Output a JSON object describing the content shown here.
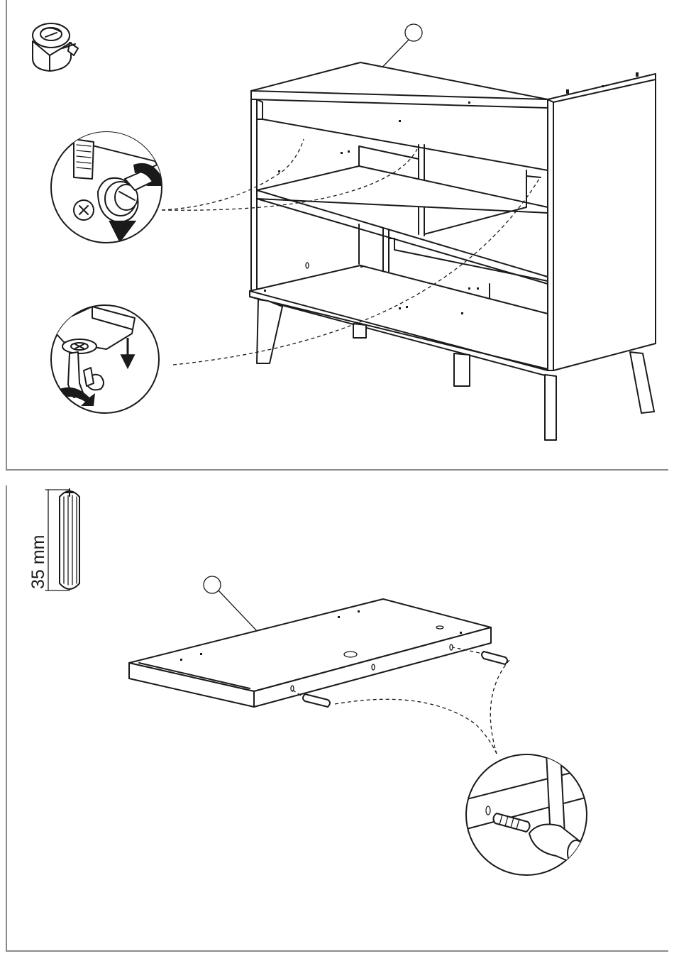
{
  "diagram": {
    "steps": [
      {
        "name": "cam-lock-tightening-step",
        "part_callouts": [
          {
            "label": ""
          }
        ],
        "hardware_icon": "cam-lock-fitting-icon",
        "detail_views": [
          "cam-lock-turn-detail",
          "screwdriver-tighten-detail"
        ]
      },
      {
        "name": "dowel-insertion-step",
        "part_callouts": [
          {
            "label": ""
          }
        ],
        "hardware_icon": "wooden-dowel-icon",
        "dimension_text": "35 mm",
        "detail_views": [
          "hammer-dowel-detail"
        ]
      }
    ],
    "colors": {
      "line": "#1a1a1a",
      "panel_border": "#8a8a8a",
      "background": "#ffffff"
    }
  }
}
